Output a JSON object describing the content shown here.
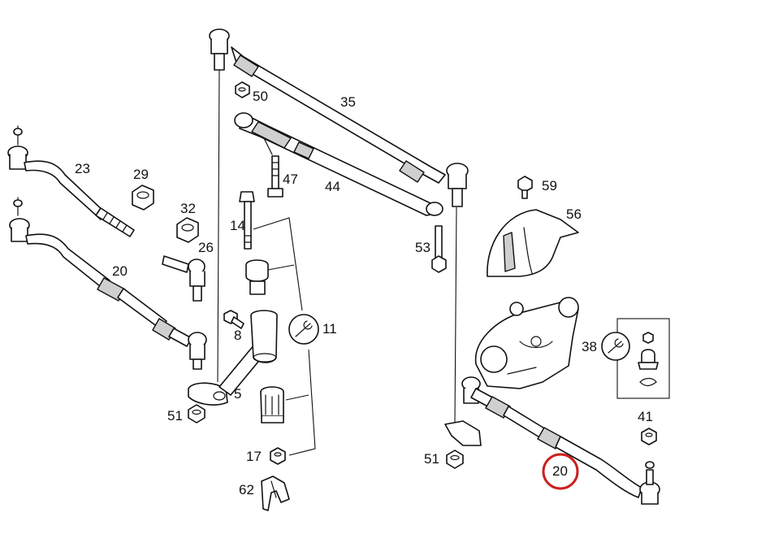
{
  "labels": {
    "p50": "50",
    "p35": "35",
    "p23": "23",
    "p29": "29",
    "p47": "47",
    "p44": "44",
    "p59": "59",
    "p32": "32",
    "p14": "14",
    "p56": "56",
    "p26": "26",
    "p20_left": "20",
    "p53": "53",
    "p11": "11",
    "p8": "8",
    "p38": "38",
    "p5": "5",
    "p51_left": "51",
    "p41": "41",
    "p17": "17",
    "p51_right": "51",
    "p20_right": "20",
    "p62": "62"
  },
  "highlight": {
    "color": "#cc1f1f",
    "target": "20"
  }
}
